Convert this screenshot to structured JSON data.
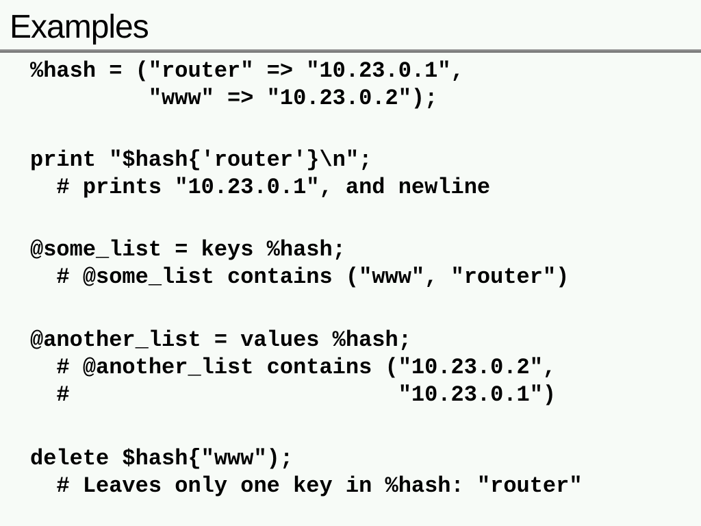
{
  "slide": {
    "title": "Examples",
    "code_lines": [
      "%hash = (\"router\" => \"10.23.0.1\",",
      "         \"www\" => \"10.23.0.2\");",
      "print \"$hash{'router'}\\n\";",
      "  # prints \"10.23.0.1\", and newline",
      "@some_list = keys %hash;",
      "  # @some_list contains (\"www\", \"router\")",
      "@another_list = values %hash;",
      "  # @another_list contains (\"10.23.0.2\",",
      "  #                         \"10.23.0.1\")",
      "delete $hash{\"www\");",
      "  # Leaves only one key in %hash: \"router\""
    ]
  }
}
